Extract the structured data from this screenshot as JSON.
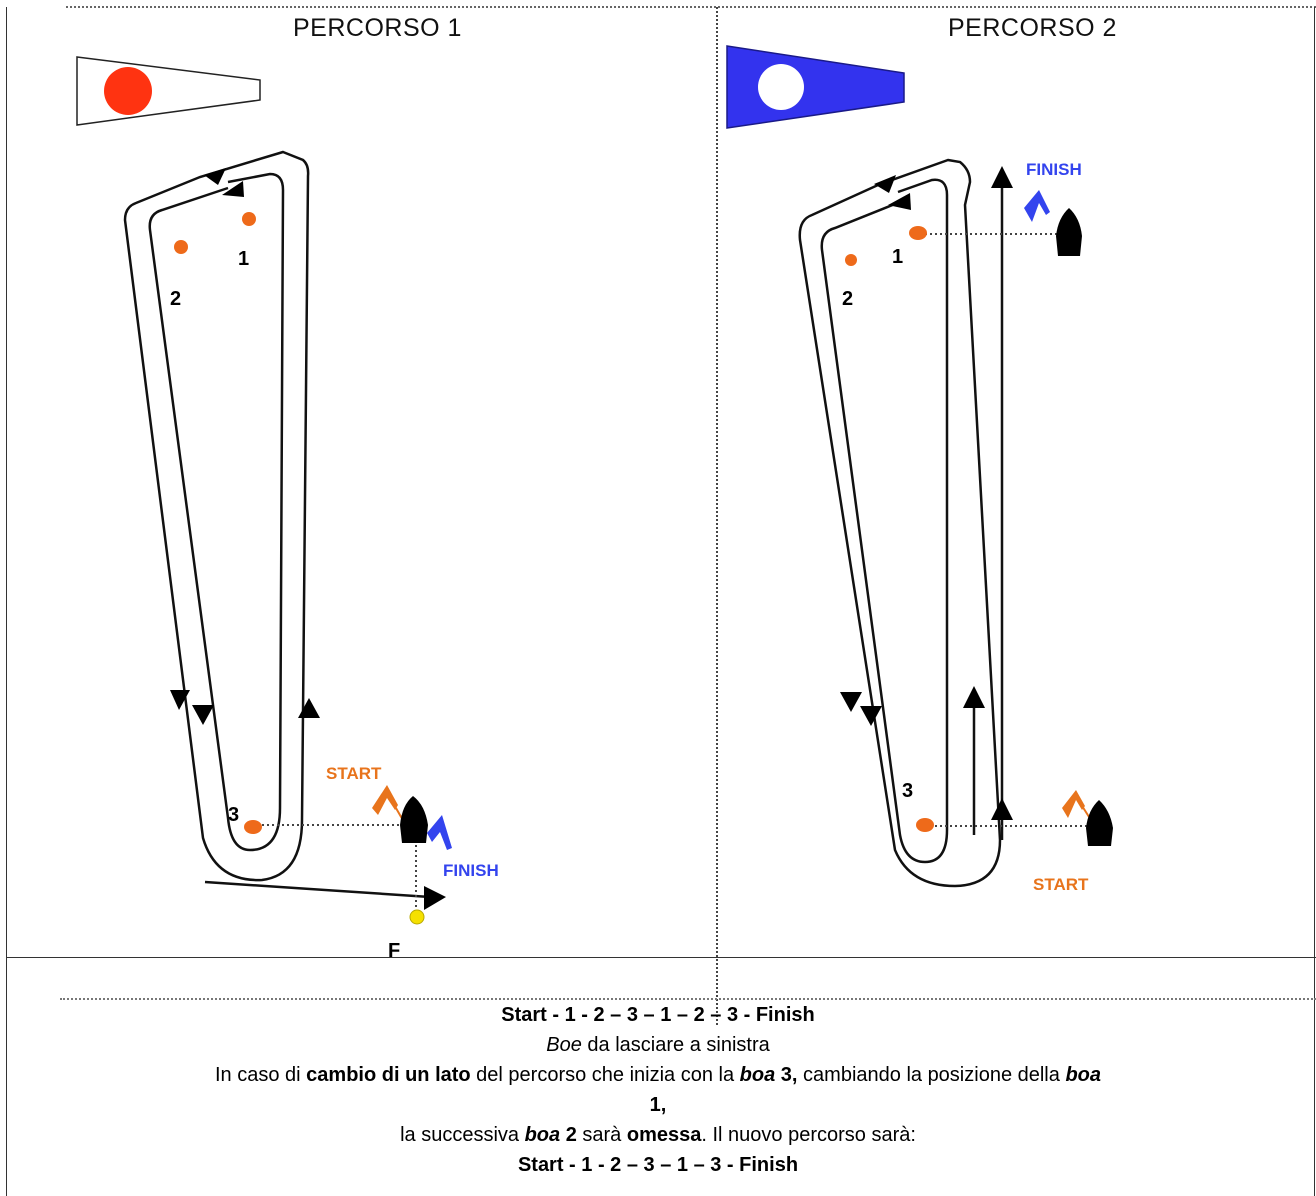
{
  "panel_left": {
    "title": "PERCORSO 1",
    "flag_color": "#ff3311",
    "buoys": [
      "1",
      "2",
      "3"
    ],
    "start_label": "START",
    "finish_label": "FINISH",
    "finish_mark_label": "F"
  },
  "panel_right": {
    "title": "PERCORSO 2",
    "flag_color": "#3333ee",
    "buoys": [
      "1",
      "2",
      "3"
    ],
    "start_label": "START",
    "finish_label": "FINISH"
  },
  "colors": {
    "buoy": "#ee6a1a",
    "start": "#e8741c",
    "finish": "#3344ee",
    "finish_mark": "#f5e000"
  },
  "caption": {
    "line1": "Start - 1 - 2 – 3 – 1 – 2 – 3 - Finish",
    "line2_em": "Boe",
    "line2_rest": " da lasciare a sinistra",
    "line3_a": "In caso di ",
    "line3_b": "cambio di un lato",
    "line3_c": " del percorso che inizia con la ",
    "line3_d": "boa",
    "line3_e": " 3,",
    "line3_f": " cambiando la posizione della ",
    "line3_g": "boa",
    "line4": "1,",
    "line5_a": "la successiva ",
    "line5_b": "boa",
    "line5_c": " 2",
    "line5_d": " sarà ",
    "line5_e": "omessa",
    "line5_f": ". Il nuovo percorso sarà:",
    "line6": "Start - 1 - 2 – 3 – 1 – 3 - Finish"
  }
}
